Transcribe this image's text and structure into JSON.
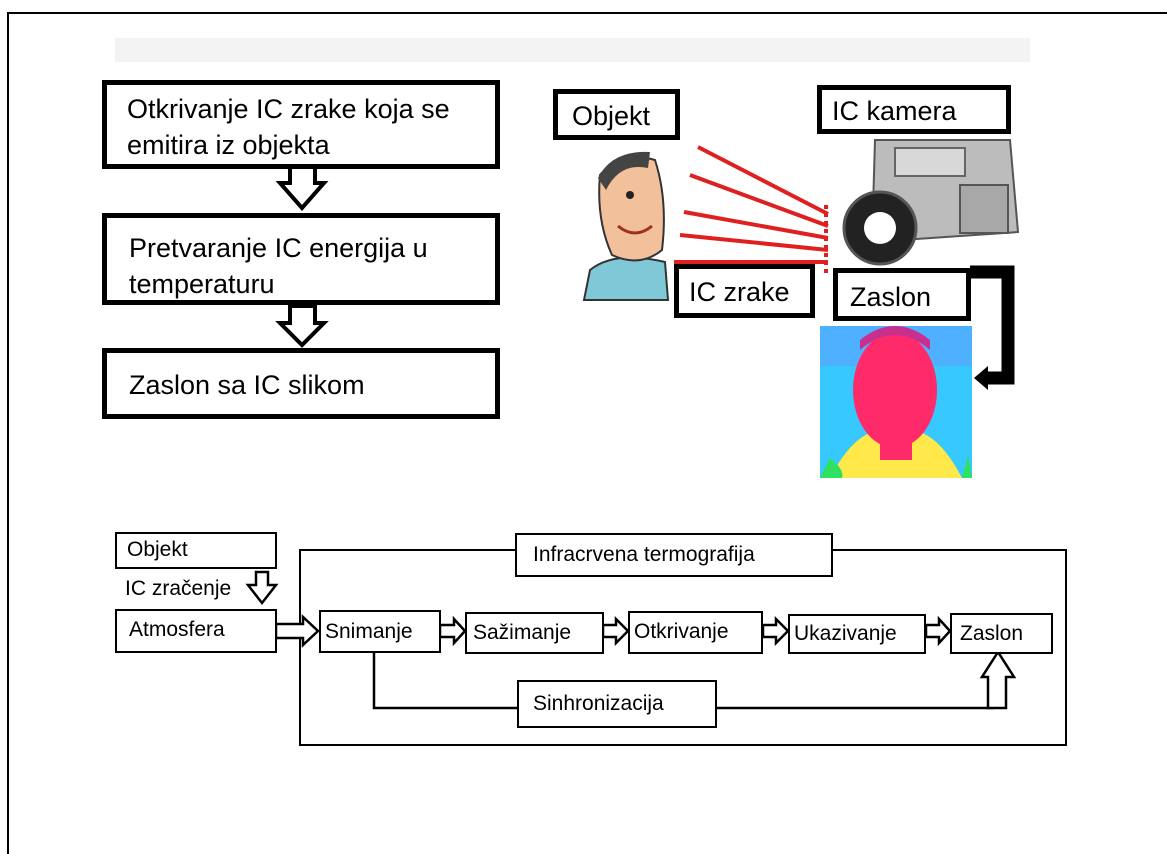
{
  "top_flow": {
    "step1": "Otkrivanje IC zrake koja se emitira iz objekta",
    "step2": "Pretvaranje IC energija u temperaturu",
    "step3": "Zaslon sa IC slikom"
  },
  "illustration": {
    "object_label": "Objekt",
    "camera_label": "IC kamera",
    "rays_label": "IC zrake",
    "display_label": "Zaslon",
    "ray_color": "#e02020",
    "thermal_colors": [
      "#ff2a6a",
      "#36c8ff",
      "#ffe84a",
      "#30e060"
    ]
  },
  "block_diagram": {
    "object": "Objekt",
    "radiation": "IC zračenje",
    "atmosphere": "Atmosfera",
    "group_title": "Infracrvena termografija",
    "stages": [
      "Snimanje",
      "Sažimanje",
      "Otkrivanje",
      "Ukazivanje",
      "Zaslon"
    ],
    "sync": "Sinhronizacija"
  }
}
